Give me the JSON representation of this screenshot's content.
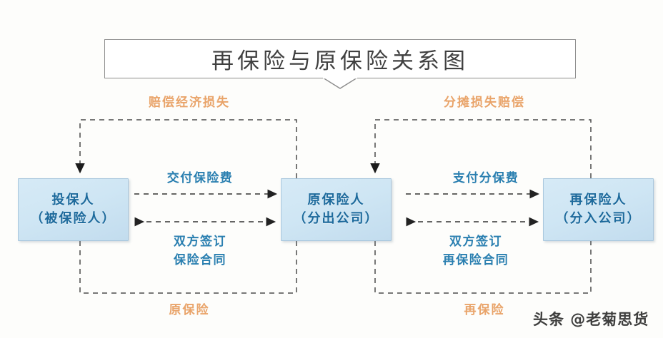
{
  "title": {
    "text": "再保险与原保险关系图"
  },
  "colors": {
    "box_fill_light": "#d6eaf6",
    "box_fill_dark": "#c2dcee",
    "box_border": "#a9c7dd",
    "box_text": "#1d6a9c",
    "flow_label": "#2a7fb0",
    "loop_label": "#e9a46a",
    "connector": "#3a3a3a",
    "banner_border": "#8d8d8d",
    "background": "#fdfdfb"
  },
  "boxes": [
    {
      "id": "policyholder",
      "line1": "投保人",
      "line2": "（被保险人）"
    },
    {
      "id": "insurer",
      "line1": "原保险人",
      "line2": "（分出公司）"
    },
    {
      "id": "reinsurer",
      "line1": "再保险人",
      "line2": "（分入公司）"
    }
  ],
  "flows": {
    "premium": "交付保险费",
    "cession_fee": "支付分保费",
    "contract_left_line1": "双方签订",
    "contract_left_line2": "保险合同",
    "contract_right_line1": "双方签订",
    "contract_right_line2": "再保险合同"
  },
  "loops": {
    "indemnify": "赔偿经济损失",
    "share_loss": "分摊损失赔偿",
    "original_insurance": "原保险",
    "reinsurance": "再保险"
  },
  "watermark": {
    "text": "头条 @老菊思货"
  },
  "diagram_data": {
    "type": "diagram",
    "orientation": "horizontal",
    "nodes": [
      {
        "id": "policyholder",
        "label": "投保人（被保险人）"
      },
      {
        "id": "insurer",
        "label": "原保险人（分出公司）"
      },
      {
        "id": "reinsurer",
        "label": "再保险人（分入公司）"
      }
    ],
    "edges": [
      {
        "from": "policyholder",
        "to": "insurer",
        "label": "交付保险费",
        "style": "dashed",
        "direction": "forward"
      },
      {
        "from": "policyholder",
        "to": "insurer",
        "label": "双方签订保险合同",
        "style": "dashed",
        "direction": "both"
      },
      {
        "from": "insurer",
        "to": "policyholder",
        "label": "赔偿经济损失",
        "style": "dashed",
        "direction": "loop-top"
      },
      {
        "from": "insurer",
        "to": "reinsurer",
        "label": "支付分保费",
        "style": "dashed",
        "direction": "forward"
      },
      {
        "from": "insurer",
        "to": "reinsurer",
        "label": "双方签订再保险合同",
        "style": "dashed",
        "direction": "both"
      },
      {
        "from": "reinsurer",
        "to": "insurer",
        "label": "分摊损失赔偿",
        "style": "dashed",
        "direction": "loop-top"
      }
    ],
    "groups": [
      {
        "label": "原保险",
        "members": [
          "policyholder",
          "insurer"
        ]
      },
      {
        "label": "再保险",
        "members": [
          "insurer",
          "reinsurer"
        ]
      }
    ]
  }
}
